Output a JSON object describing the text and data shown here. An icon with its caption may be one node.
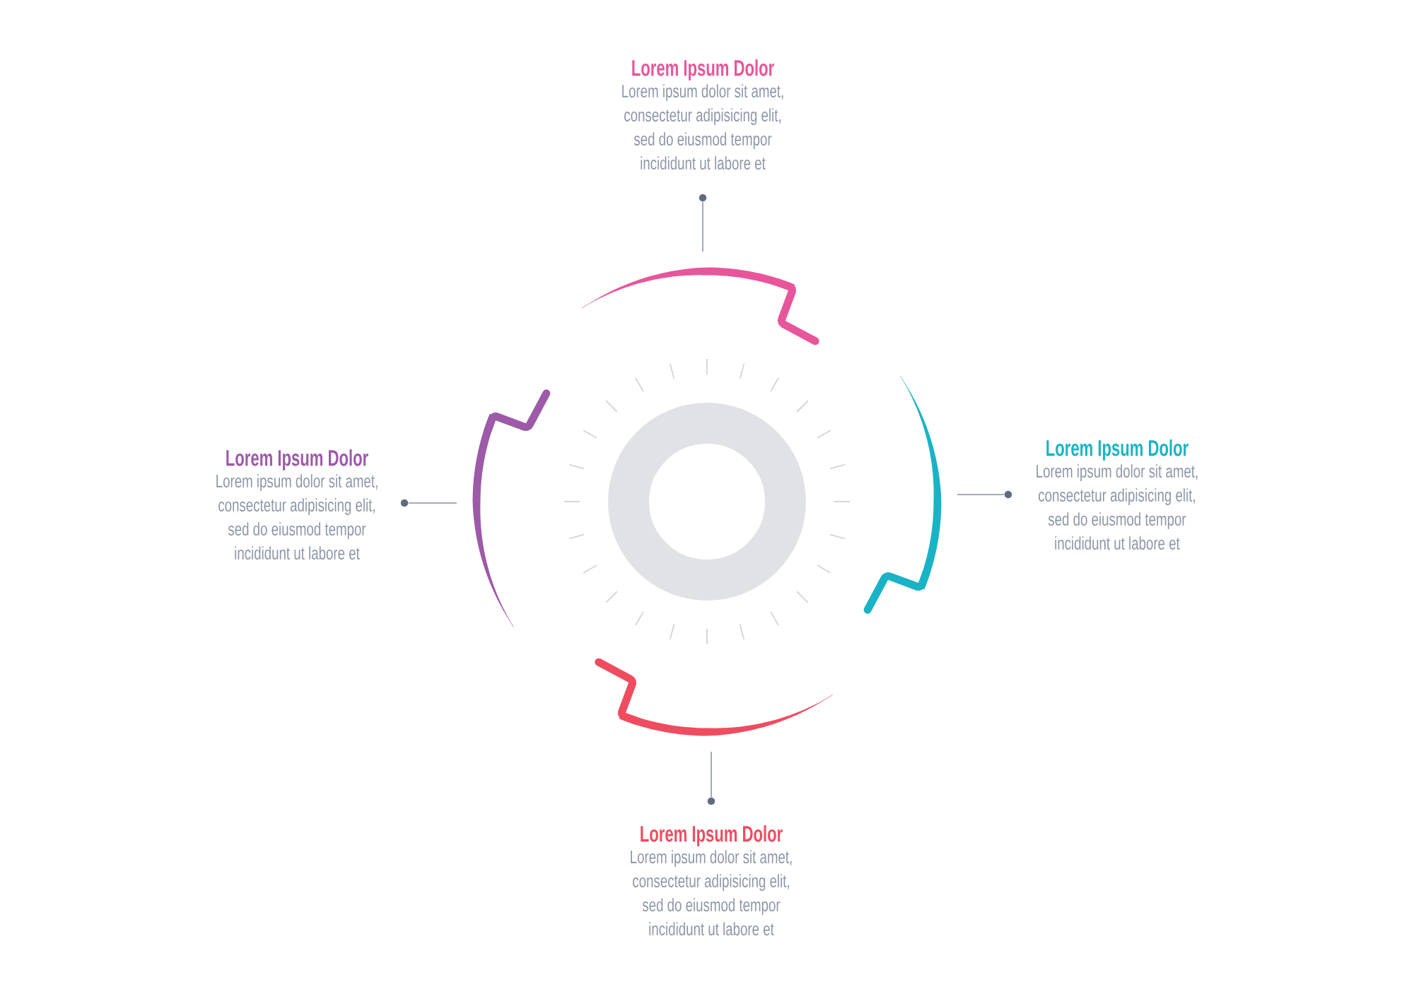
{
  "diagram": {
    "nodes": [
      {
        "text": [
          "Lorem Ipsum Dolor",
          "Lorem ipsum dolor sit amet, consectetur adipisicing elit, sed do eiusmod tempor incididunt ut labore et"
        ]
      },
      {
        "text": [
          "Lorem Ipsum Dolor",
          "Lorem ipsum dolor sit amet, consectetur adipisicing elit, sed do eiusmod tempor incididunt ut labore et"
        ]
      },
      {
        "text": [
          "Lorem Ipsum Dolor",
          "Lorem ipsum dolor sit amet, consectetur adipisicing elit, sed do eiusmod tempor incididunt ut labore et"
        ]
      },
      {
        "text": [
          "Lorem Ipsum Dolor",
          "Lorem ipsum dolor sit amet, consectetur adipisicing elit, sed do eiusmod tempor incididunt ut labore et"
        ]
      },
      {
        "text": [],
        "shape": "arc"
      },
      {
        "text": [],
        "shape": "arc"
      },
      {
        "text": [],
        "shape": "arc"
      },
      {
        "text": [],
        "shape": "arc"
      },
      {
        "text": [],
        "shape": "ring"
      },
      {
        "text": [],
        "shape": "dot"
      },
      {
        "text": [],
        "shape": "dot"
      },
      {
        "text": [],
        "shape": "dot"
      },
      {
        "text": [],
        "shape": "dot"
      }
    ],
    "edges": [
      {
        "from": 9,
        "to": 4,
        "arrow": "none"
      },
      {
        "from": 10,
        "to": 5,
        "arrow": "none"
      },
      {
        "from": 11,
        "to": 6,
        "arrow": "none"
      },
      {
        "from": 12,
        "to": 7,
        "arrow": "none"
      }
    ]
  }
}
